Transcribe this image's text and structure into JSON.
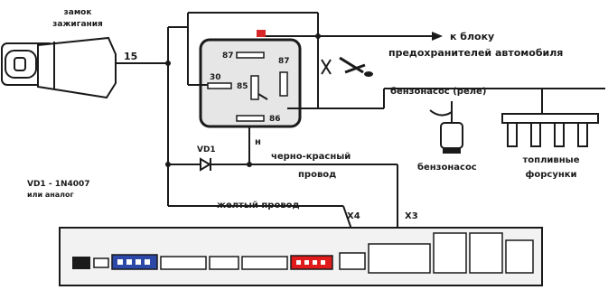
{
  "ignition": {
    "title_line1": "замок",
    "title_line2": "зажигания",
    "terminal": "15"
  },
  "relay": {
    "pin_top_marker": "",
    "pin_87": "87",
    "pin_87a": "87",
    "pin_30": "30",
    "pin_85": "85",
    "pin_86": "86",
    "pin_h": "н"
  },
  "labels": {
    "to_block": "к блоку",
    "fuse_block": "предохранителей автомобиля",
    "gas_valve": "бензонасос (реле)",
    "gasoline_pump": "бензонасос",
    "injectors_line1": "топливные",
    "injectors_line2": "форсунки",
    "vd1": "VD1",
    "diode_part_line1": "VD1 - 1N4007",
    "diode_part_line2": "или аналог",
    "black_red_wire_line1": "черно-красный",
    "black_red_wire_line2": "провод",
    "yellow_wire": "желтый провод",
    "x4": "X4",
    "x3": "X3"
  },
  "colors": {
    "line": "#1a1a1a",
    "relay_fill": "#e6e6e6",
    "relay_top_marker": "#d62828",
    "connector_blue": "#2c49a8",
    "connector_red": "#e01b1b",
    "board_fill": "#f2f2f2"
  }
}
